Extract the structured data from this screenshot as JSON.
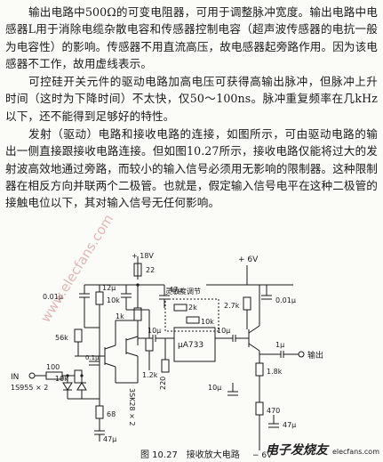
{
  "paragraphs": [
    "输出电路中500Ω的可变电阻器，可用于调整脉冲宽度。输出电路中电感器L用于消除电缆杂散电容和传感器控制电容（超声波传感器的电抗一般为电容性）的影响。传感器不用直流高压，故电感器起旁路作用。因为该电感器不工作，故用虚线表示。",
    "可控硅开关元件的驱动电路加高电压可获得高输出脉冲，但脉冲上升时间（这时为下降时间）不太快，仅50～100ns。脉冲重复频率在几kHz以下，还不能得到足够好的特性。",
    "发射（驱动）电路和接收电路的连接，如图所示，可由驱动电路的输出一侧直接跟接收电路连接。但如图10.27所示，接收电路仅能将过大的发射波高效地通过旁路，而较小的输入信号必须用无影响的限制器。这种限制器在相反方向并联两个二极管。也就是，假定输入信号电平在这种二极管的接触电位以下，其对输入信号无任何影响。"
  ],
  "figure": {
    "caption": "图 10.27　接收放大电路",
    "labels": {
      "vplus18": "+ 18V",
      "r22": "22",
      "c001a": "0.01μ",
      "r10k_a": "10k",
      "c12u": "12μ",
      "r1k": "1k",
      "c47u_top": "47μ",
      "sens_title": "灵敏度调节",
      "r2k": "2k",
      "r10k_b": "10k",
      "c10u_a": "10μ",
      "amp": "μA733",
      "c10u_b": "10μ",
      "r220": "220",
      "r56k": "56k",
      "c01u": "0.1μ",
      "r10k_c": "10k",
      "r100": "100",
      "in_label": "IN",
      "diode": "1S955 × 2",
      "r68": "68",
      "c47u_bot": "47μ",
      "fet": "3SK28 × 2",
      "r12k": "1.2k",
      "vplus6": "+ 6V",
      "c001b": "0.01μ",
      "r27k": "2.7k",
      "r18k": "1.8k",
      "c1u": "1μ",
      "out_label": "输出",
      "c10u_c": "10μ",
      "r470": "470",
      "c47u_r": "47μ",
      "vminus6": "− 6V"
    }
  },
  "watermark": {
    "diag": "www.elecfans.com",
    "logo": "电子发烧友",
    "logo_url": "elecfans.com"
  }
}
